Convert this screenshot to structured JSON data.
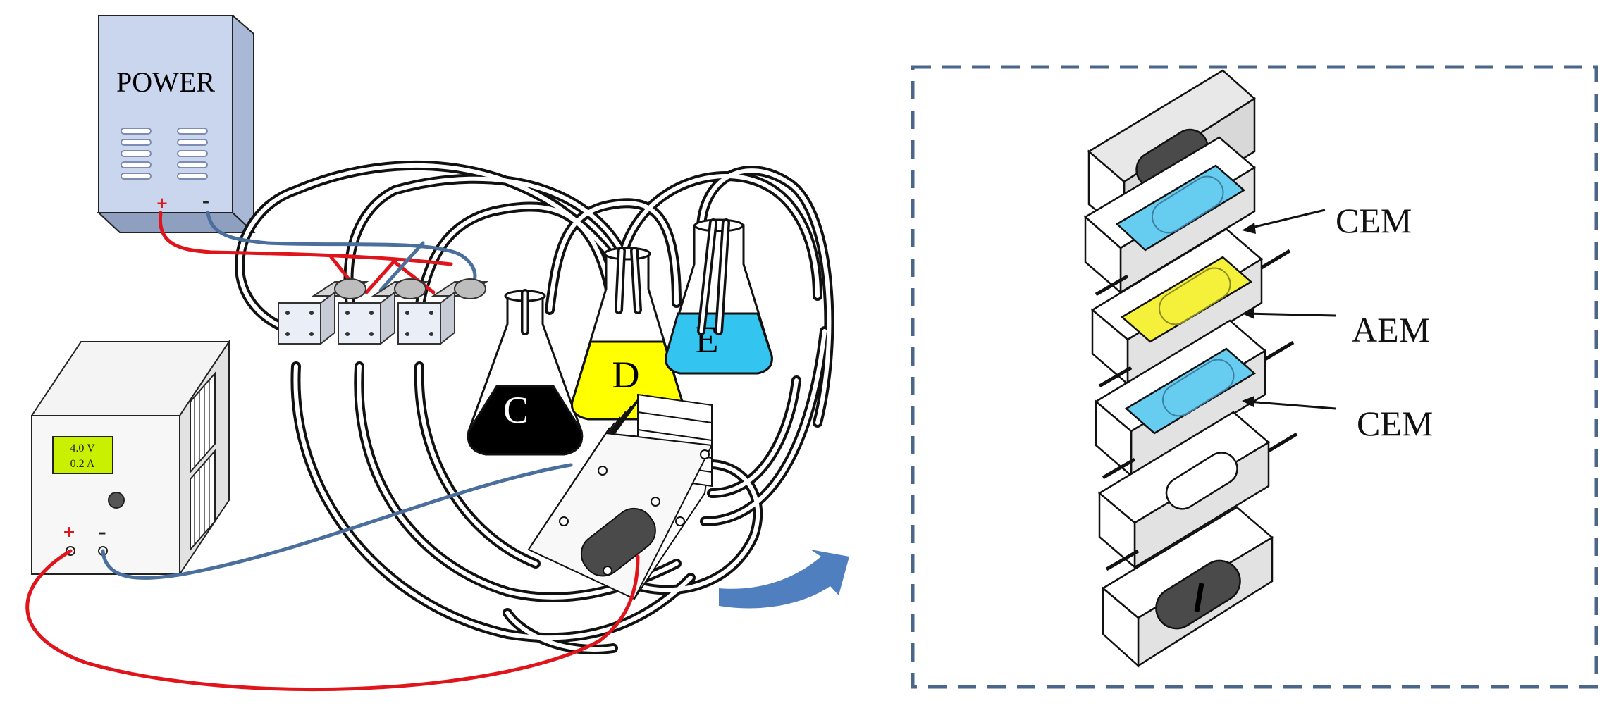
{
  "power_supply": {
    "title": "POWER",
    "positive": "+",
    "negative": "-"
  },
  "dc_supply": {
    "voltage": "4.0 V",
    "current": "0.2 A",
    "positive": "+",
    "negative": "-"
  },
  "flasks": [
    {
      "label": "C",
      "fill": "#000000",
      "text_color": "#ffffff"
    },
    {
      "label": "D",
      "fill": "#ffff00",
      "text_color": "#000000"
    },
    {
      "label": "E",
      "fill": "#33c4f0",
      "text_color": "#000000"
    }
  ],
  "membranes": {
    "top": "CEM",
    "middle": "AEM",
    "bottom": "CEM"
  },
  "colors": {
    "wire_positive": "#e0141b",
    "wire_negative": "#4a6f9c",
    "arrow": "#4f7fbf",
    "frame": "#4a6688",
    "cem": "#66ccf0",
    "aem": "#f5f03a",
    "electrode": "#4a4a4a",
    "power_body": "#c9d6ee"
  }
}
